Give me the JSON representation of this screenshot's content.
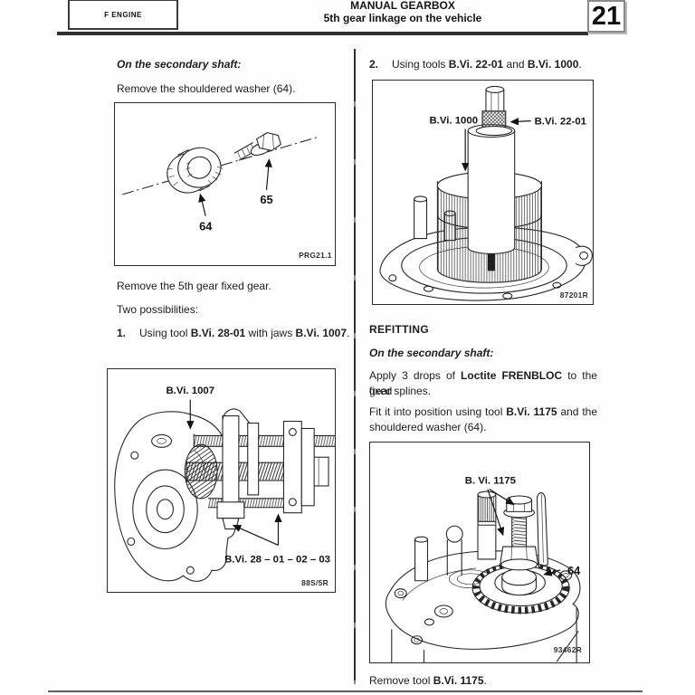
{
  "header": {
    "engine_badge": "F ENGINE",
    "title_line1": "MANUAL GEARBOX",
    "title_line2": "5th gear linkage on the vehicle",
    "section_number": "21"
  },
  "left": {
    "subheading": "On the secondary shaft:",
    "para_remove_washer": "Remove the shouldered washer (64).",
    "figure_washer": {
      "label_64": "64",
      "label_65": "65",
      "ref": "PRG21.1"
    },
    "para_remove_gear": "Remove the 5th gear fixed gear.",
    "para_two_possibilities": "Two possibilities:",
    "step1": {
      "num": "1.",
      "t1": "Using tool ",
      "b1": "B.Vi. 28-01",
      "t2": " with jaws ",
      "b2": "B.Vi. 1007",
      "t3": "."
    },
    "figure_puller": {
      "label_tool": "B.Vi. 1007",
      "label_jaws": "B.Vi. 28 – 01 – 02 – 03",
      "ref": "88S/5R"
    }
  },
  "right": {
    "step2": {
      "num": "2.",
      "t1": "Using tools ",
      "b1": "B.Vi. 22-01",
      "t2": " and ",
      "b2": "B.Vi. 1000",
      "t3": "."
    },
    "figure_press": {
      "label_tool1": "B.Vi. 1000",
      "label_tool2": "B.Vi. 22-01",
      "ref": "87201R"
    },
    "refitting_heading": "REFITTING",
    "subheading": "On the secondary shaft:",
    "para_apply": {
      "l1t1": "Apply 3 drops of ",
      "l1b": "Loctite FRENBLOC",
      "l1t2": " to the fixed",
      "l2": "gear splines."
    },
    "para_fit": {
      "l1t1": "Fit it into position using tool ",
      "l1b": "B.Vi. 1175",
      "l1t2": " and the",
      "l2": "shouldered washer (64)."
    },
    "figure_refit": {
      "label_tool": "B. Vi. 1175",
      "label_64": "64",
      "ref": "93462R"
    },
    "para_remove_tool": {
      "t1": "Remove tool ",
      "b1": "B.Vi. 1175",
      "t2": "."
    }
  }
}
